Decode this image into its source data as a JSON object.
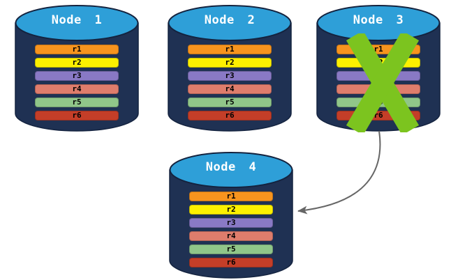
{
  "diagram": {
    "type": "database-replication-failover",
    "nodes": [
      {
        "id": "node-1",
        "label": "Node 1",
        "status": "active",
        "records": [
          {
            "label": "r1",
            "color": "#F7941E"
          },
          {
            "label": "r2",
            "color": "#FCF000"
          },
          {
            "label": "r3",
            "color": "#8979C5"
          },
          {
            "label": "r4",
            "color": "#DF7D6C"
          },
          {
            "label": "r5",
            "color": "#90C689"
          },
          {
            "label": "r6",
            "color": "#C43E28"
          }
        ]
      },
      {
        "id": "node-2",
        "label": "Node 2",
        "status": "active",
        "records": [
          {
            "label": "r1",
            "color": "#F7941E"
          },
          {
            "label": "r2",
            "color": "#FCF000"
          },
          {
            "label": "r3",
            "color": "#8979C5"
          },
          {
            "label": "r4",
            "color": "#DF7D6C"
          },
          {
            "label": "r5",
            "color": "#90C689"
          },
          {
            "label": "r6",
            "color": "#C43E28"
          }
        ]
      },
      {
        "id": "node-3",
        "label": "Node 3",
        "status": "failed",
        "records": [
          {
            "label": "r1",
            "color": "#F7941E"
          },
          {
            "label": "r2",
            "color": "#FCF000"
          },
          {
            "label": "r3",
            "color": "#8979C5"
          },
          {
            "label": "r4",
            "color": "#DF7D6C"
          },
          {
            "label": "r5",
            "color": "#90C689"
          },
          {
            "label": "r6",
            "color": "#C43E28"
          }
        ]
      },
      {
        "id": "node-4",
        "label": "Node 4",
        "status": "active",
        "records": [
          {
            "label": "r1",
            "color": "#F7941E"
          },
          {
            "label": "r2",
            "color": "#FCF000"
          },
          {
            "label": "r3",
            "color": "#8979C5"
          },
          {
            "label": "r4",
            "color": "#DF7D6C"
          },
          {
            "label": "r5",
            "color": "#90C689"
          },
          {
            "label": "r6",
            "color": "#C43E28"
          }
        ]
      }
    ],
    "arrow": {
      "from": "Node 3",
      "to": "Node 4"
    },
    "colors": {
      "cylinder_body": "#1F3153",
      "cylinder_top": "#2E9FD8",
      "cylinder_outline": "#14233F",
      "failure_x": "#7CC41F",
      "arrow": "#666666",
      "node_title_text": "#FFFFFF",
      "record_text": "#000000"
    }
  }
}
